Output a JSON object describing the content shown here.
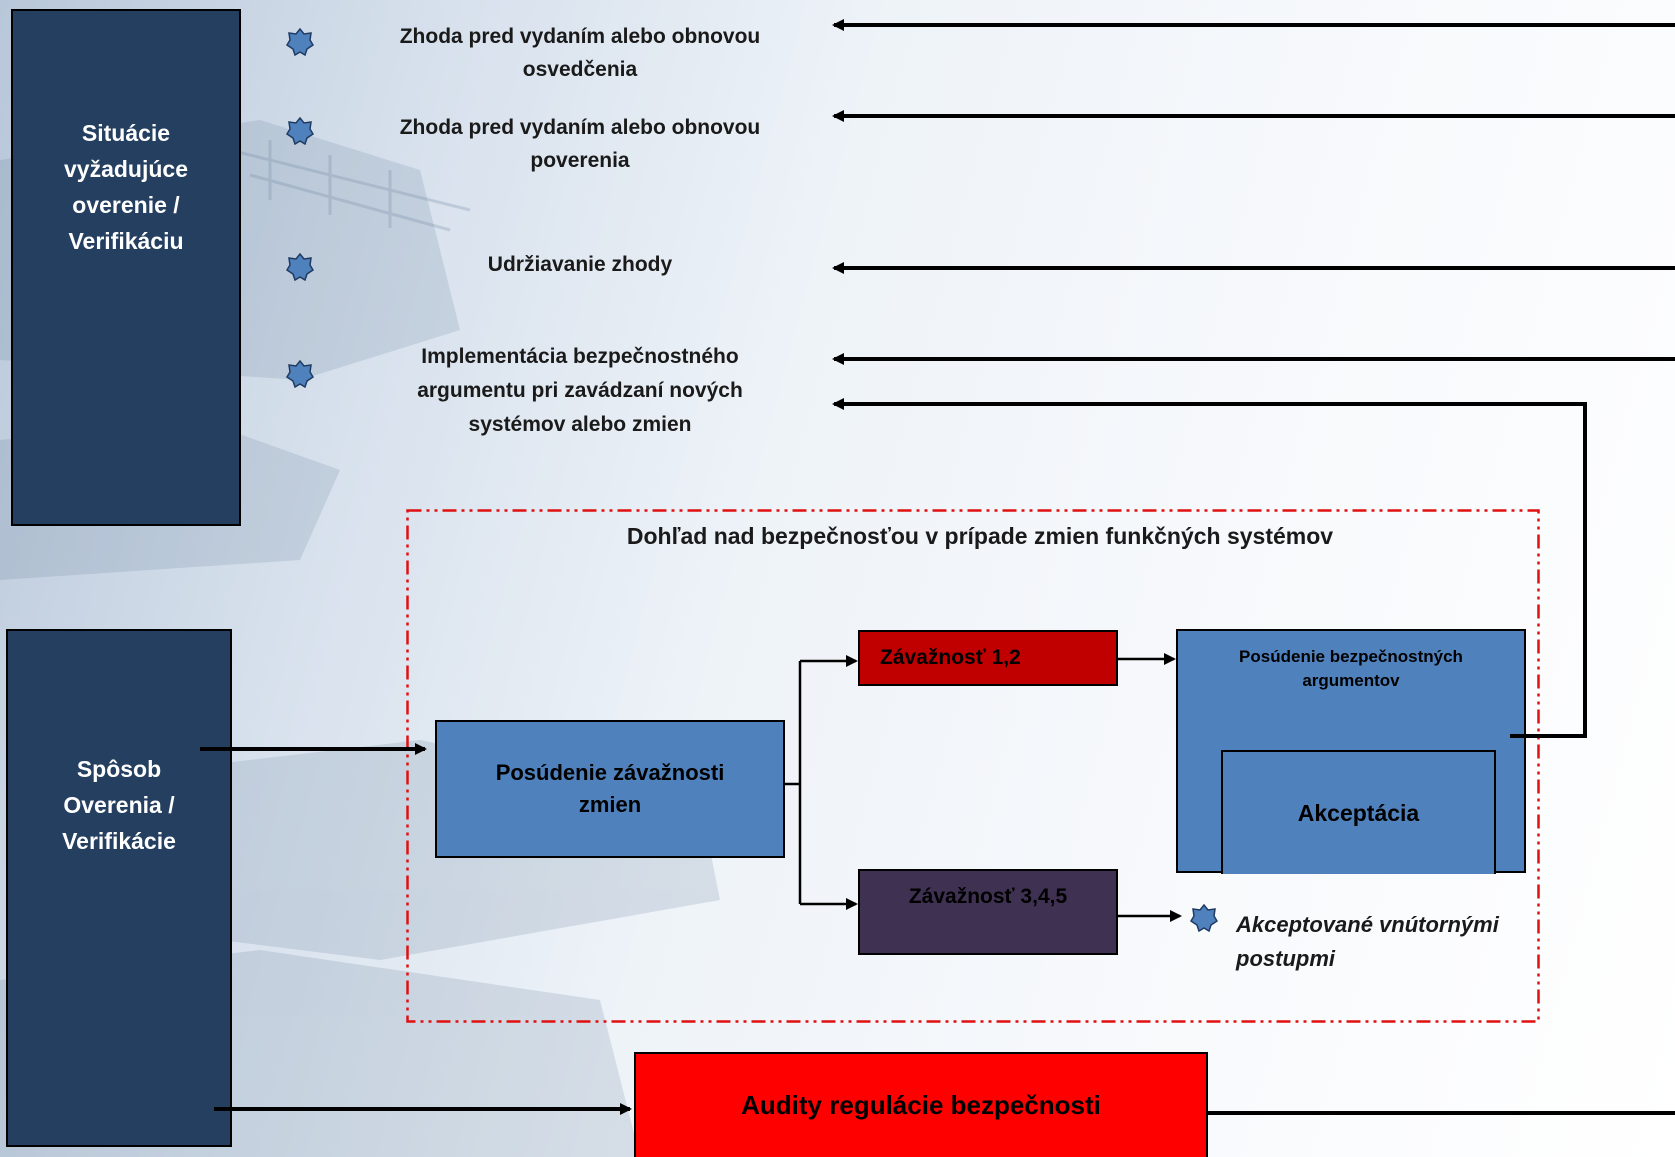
{
  "situations": {
    "title": "Situácie vyžadujúce overenie / Verifikáciu",
    "items": [
      "Zhoda pred vydaním alebo obnovou osvedčenia",
      "Zhoda pred vydaním alebo obnovou poverenia",
      "Udržiavanie zhody",
      "Implementácia bezpečnostného argumentu pri zavádzaní nových systémov alebo zmien"
    ]
  },
  "method": {
    "title": "Spôsob Overenia / Verifikácie"
  },
  "oversight": {
    "title": "Dohľad nad bezpečnosťou v prípade zmien funkčných systémov",
    "assessment": "Posúdenie závažnosti zmien",
    "severity_high": "Závažnosť 1,2",
    "severity_low": "Závažnosť 3,4,5",
    "safety_args": "Posúdenie bezpečnostných argumentov",
    "acceptance": "Akceptácia",
    "internal": "Akceptované vnútornými postupmi"
  },
  "audit": {
    "label": "Audity regulácie bezpečnosti"
  },
  "colors": {
    "navy": "#243f60",
    "blue": "#4f81bd",
    "dark_red": "#c00000",
    "purple": "#3f3151",
    "red": "#ff0000",
    "dash": "#e01010"
  }
}
